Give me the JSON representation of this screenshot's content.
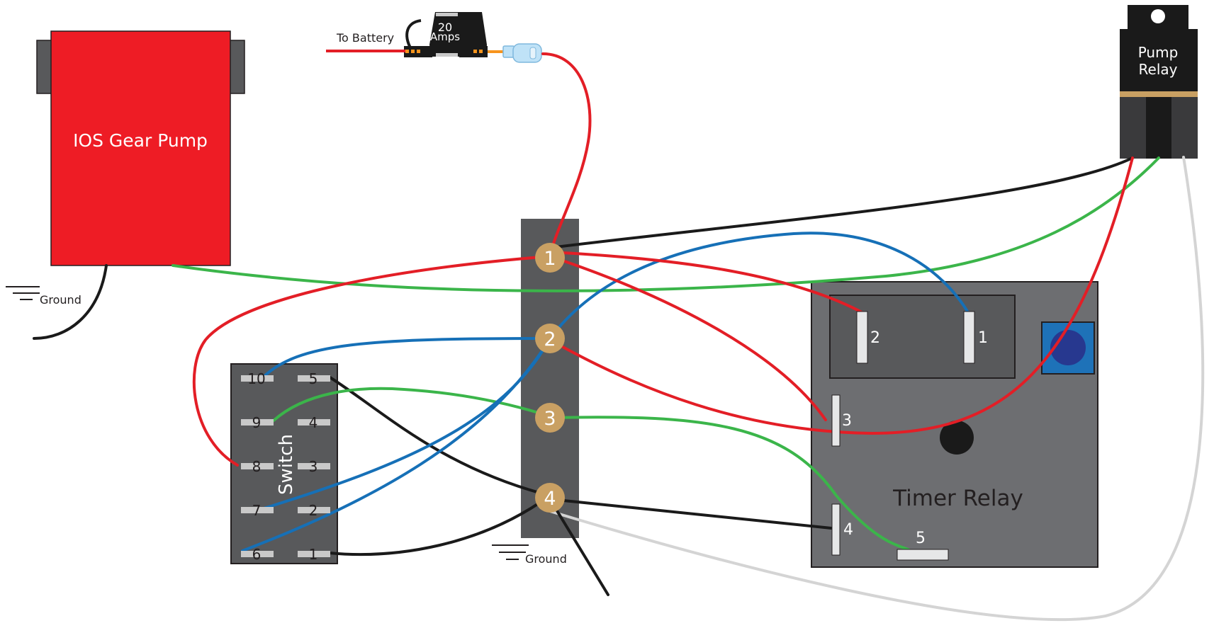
{
  "colors": {
    "red_wire": "#e31e26",
    "blue_wire": "#1670b7",
    "green_wire": "#3bb54a",
    "black_wire": "#1a1a1a",
    "gray_wire": "#d4d4d4",
    "pump_red": "#ee1c25",
    "dark_gray": "#58595b",
    "timer_gray": "#6d6e71",
    "terminal_gold": "#c9a063",
    "pot_blue": "#1e72b8",
    "pot_knob": "#27388f"
  },
  "pump": {
    "label": "IOS Gear Pump"
  },
  "ground_pump": {
    "label": "Ground"
  },
  "ground_bar": {
    "label": "Ground"
  },
  "battery": {
    "label": "To Battery"
  },
  "fuse": {
    "rating": "20",
    "unit": "Amps"
  },
  "pump_relay": {
    "line1": "Pump",
    "line2": "Relay"
  },
  "timer_relay": {
    "label": "Timer Relay",
    "pins": [
      "1",
      "2",
      "3",
      "4",
      "5"
    ]
  },
  "terminal_bar": {
    "terminals": [
      "1",
      "2",
      "3",
      "4"
    ]
  },
  "switch": {
    "label": "Switch",
    "left_pins": [
      "10",
      "9",
      "8",
      "7",
      "6"
    ],
    "right_pins": [
      "5",
      "4",
      "3",
      "2",
      "1"
    ]
  }
}
